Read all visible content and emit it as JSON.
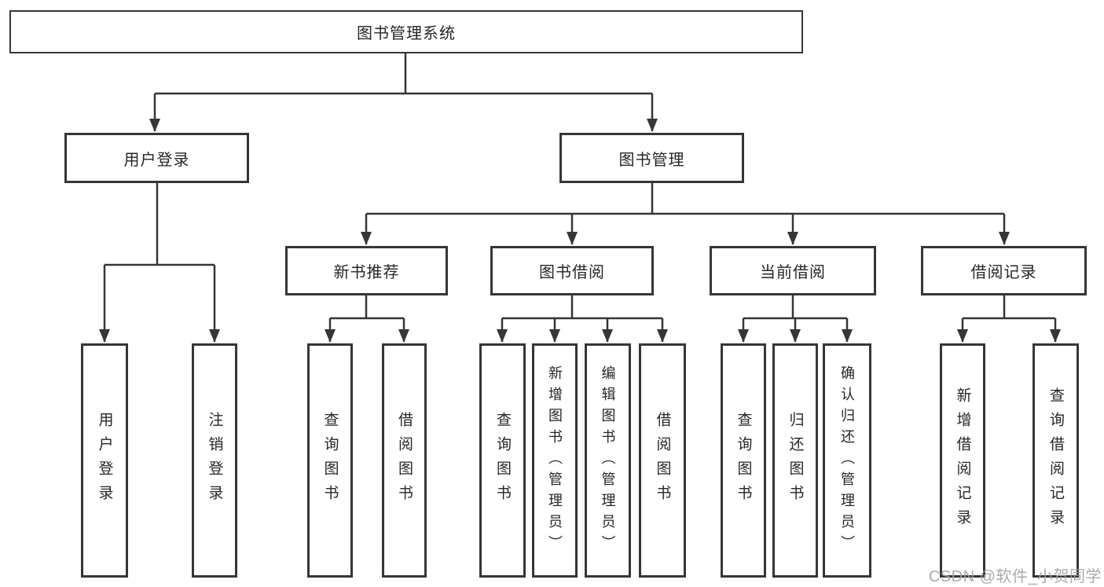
{
  "tree": {
    "label": "图书管理系统",
    "children": [
      {
        "label": "用户登录",
        "children": [
          {
            "label": "用户登录"
          },
          {
            "label": "注销登录"
          }
        ]
      },
      {
        "label": "图书管理",
        "children": [
          {
            "label": "新书推荐",
            "children": [
              {
                "label": "查询图书"
              },
              {
                "label": "借阅图书"
              }
            ]
          },
          {
            "label": "图书借阅",
            "children": [
              {
                "label": "查询图书"
              },
              {
                "label": "新增图书（管理员）"
              },
              {
                "label": "编辑图书（管理员）"
              },
              {
                "label": "借阅图书"
              }
            ]
          },
          {
            "label": "当前借阅",
            "children": [
              {
                "label": "查询图书"
              },
              {
                "label": "归还图书"
              },
              {
                "label": "确认归还（管理员）"
              }
            ]
          },
          {
            "label": "借阅记录",
            "children": [
              {
                "label": "新增借阅记录"
              },
              {
                "label": "查询借阅记录"
              }
            ]
          }
        ]
      }
    ]
  },
  "watermark": {
    "text": "CSDN @软件_小贺同学"
  },
  "colors": {
    "line": "#363636",
    "box_border": "#363636",
    "box_fill": "#ffffff",
    "text": "#262626",
    "watermark": "#a3a3a3",
    "background": "#ffffff"
  }
}
